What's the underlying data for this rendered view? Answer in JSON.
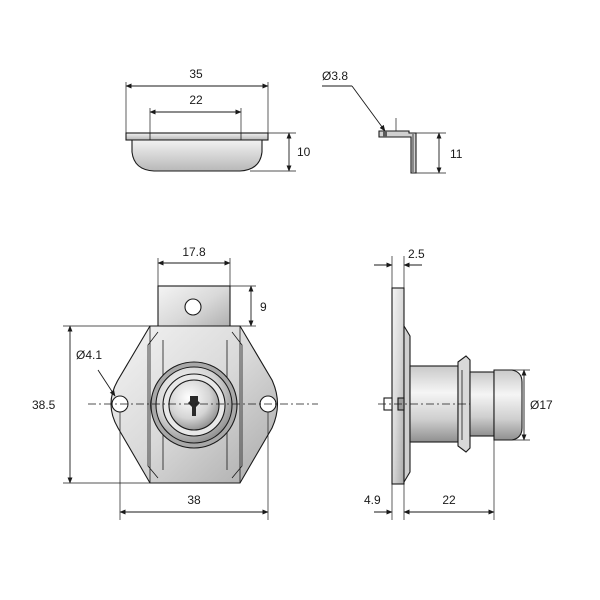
{
  "colors": {
    "metal_light": "#e6e6e6",
    "metal_mid": "#bdbdbd",
    "metal_dark": "#8e8e8e",
    "line": "#1a1a1a"
  },
  "strike_plate": {
    "overall_width": "35",
    "hole_spacing": "22",
    "height": "10"
  },
  "bracket": {
    "hole_diameter": "Ø3.8",
    "height": "11"
  },
  "front_view": {
    "top_tab_width": "17.8",
    "top_tab_height": "9",
    "hole_diameter": "Ø4.1",
    "overall_height": "38.5",
    "hole_spacing": "38"
  },
  "side_view": {
    "plate_thickness": "2.5",
    "cylinder_diameter": "Ø17",
    "flange_offset": "4.9",
    "cylinder_length": "22"
  }
}
